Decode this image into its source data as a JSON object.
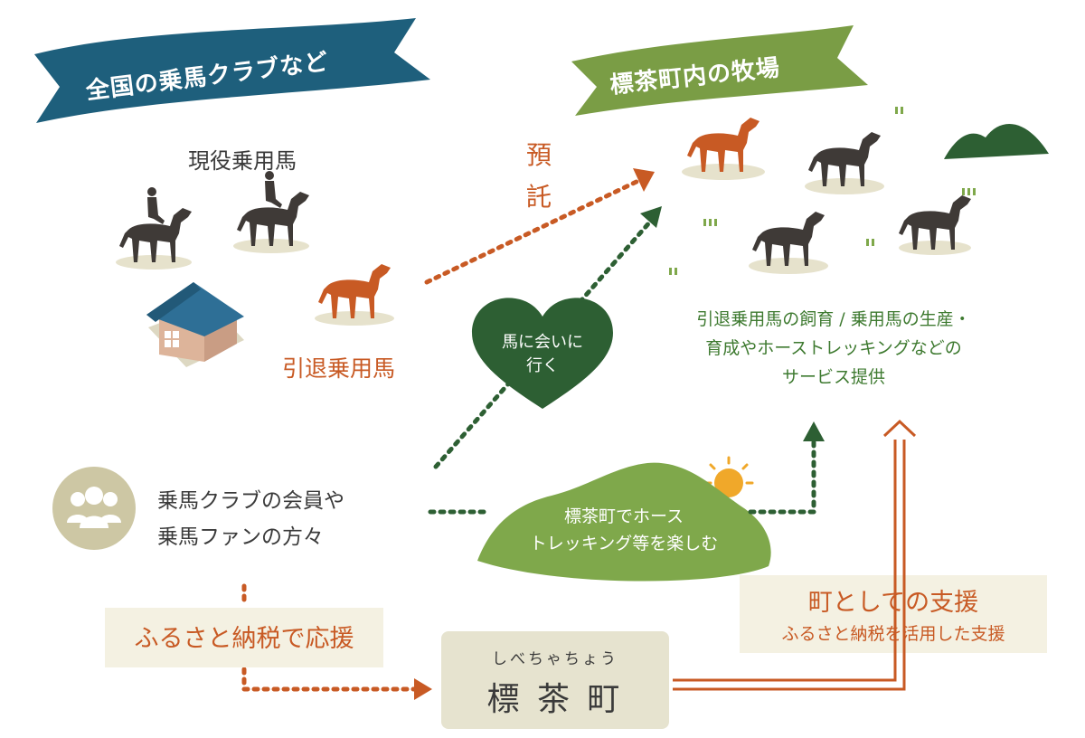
{
  "banners": {
    "left": "全国の乗馬クラブなど",
    "right": "標茶町内の牧場"
  },
  "labels": {
    "active_horses": "現役乗用馬",
    "retired_horse": "引退乗用馬",
    "deposit_line1": "預",
    "deposit_line2": "託",
    "visit_line1": "馬に会いに",
    "visit_line2": "行く",
    "members_line1": "乗馬クラブの会員や",
    "members_line2": "乗馬ファンの方々",
    "ranch_line1": "引退乗用馬の飼育 / 乗用馬の生産・",
    "ranch_line2": "育成やホーストレッキングなどの",
    "ranch_line3": "サービス提供",
    "trekking_line1": "標茶町でホース",
    "trekking_line2": "トレッキング等を楽しむ",
    "tax_support": "ふるさと納税で応援",
    "town_title": "町としての支援",
    "town_sub": "ふるさと納税を活用した支援",
    "town_kana": "しべちゃちょう",
    "town_name": "標 茶 町"
  },
  "colors": {
    "navy": "#1e5f7c",
    "ribbon_green": "#7a9d45",
    "orange": "#c85a24",
    "dark_green": "#2d5f33",
    "light_green": "#7fa84b",
    "beige_box": "#eae6d3",
    "horse_dark": "#3f3a37",
    "shadow": "#e6e2cc"
  }
}
